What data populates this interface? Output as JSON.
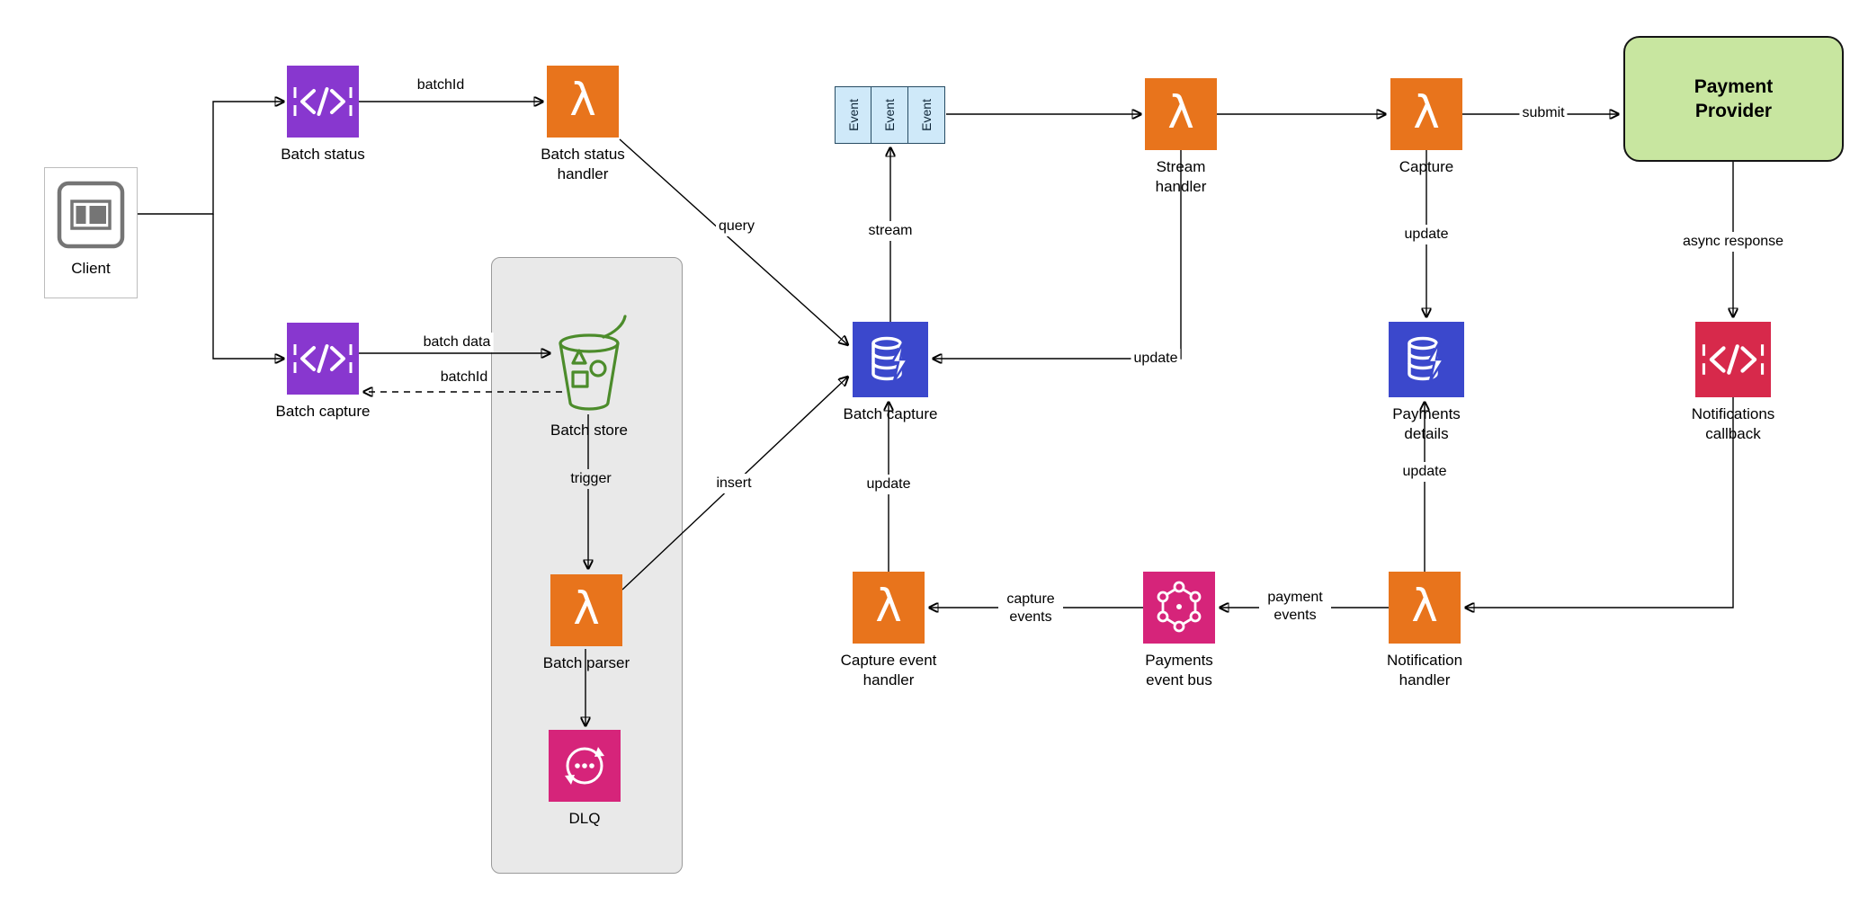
{
  "nodes": {
    "client": {
      "label": "Client"
    },
    "batch_status": {
      "label": "Batch status"
    },
    "batch_status_handler": {
      "label": "Batch status handler"
    },
    "batch_capture_api": {
      "label": "Batch capture"
    },
    "batch_store": {
      "label": "Batch store"
    },
    "batch_parser": {
      "label": "Batch parser"
    },
    "dlq": {
      "label": "DLQ"
    },
    "event_queue": {
      "items": [
        "Event",
        "Event",
        "Event"
      ]
    },
    "batch_capture_table": {
      "label": "Batch capture"
    },
    "stream_handler": {
      "label": "Stream handler"
    },
    "capture": {
      "label": "Capture"
    },
    "payment_provider": {
      "label": "Payment Provider"
    },
    "payments_details": {
      "label": "Payments details"
    },
    "notifications_callback": {
      "label": "Notifications callback"
    },
    "capture_event_handler": {
      "label": "Capture event handler"
    },
    "payments_event_bus": {
      "label": "Payments event bus"
    },
    "notification_handler": {
      "label": "Notification handler"
    }
  },
  "edge_labels": {
    "batchid": "batchId",
    "query": "query",
    "batch_data": "batch data",
    "batchid_return": "batchId",
    "trigger": "trigger",
    "insert": "insert",
    "stream": "stream",
    "update_stream": "update",
    "submit": "submit",
    "update_payments_details": "update",
    "async_response": "async response",
    "update_batch_table": "update",
    "update_from_notification": "update",
    "capture_events": "capture events",
    "payment_events": "payment events"
  },
  "colors": {
    "lambda_orange": "#E8741C",
    "api_gateway_purple": "#8837CF",
    "dynamodb_blue": "#3B48CC",
    "s3_green": "#4C8C2B",
    "integration_pink": "#D6247A",
    "callback_red": "#D7294B",
    "provider_fill_green": "#C8E6A0",
    "queue_fill_blue": "#CFE9F9",
    "container_gray": "#E9E9E9"
  }
}
